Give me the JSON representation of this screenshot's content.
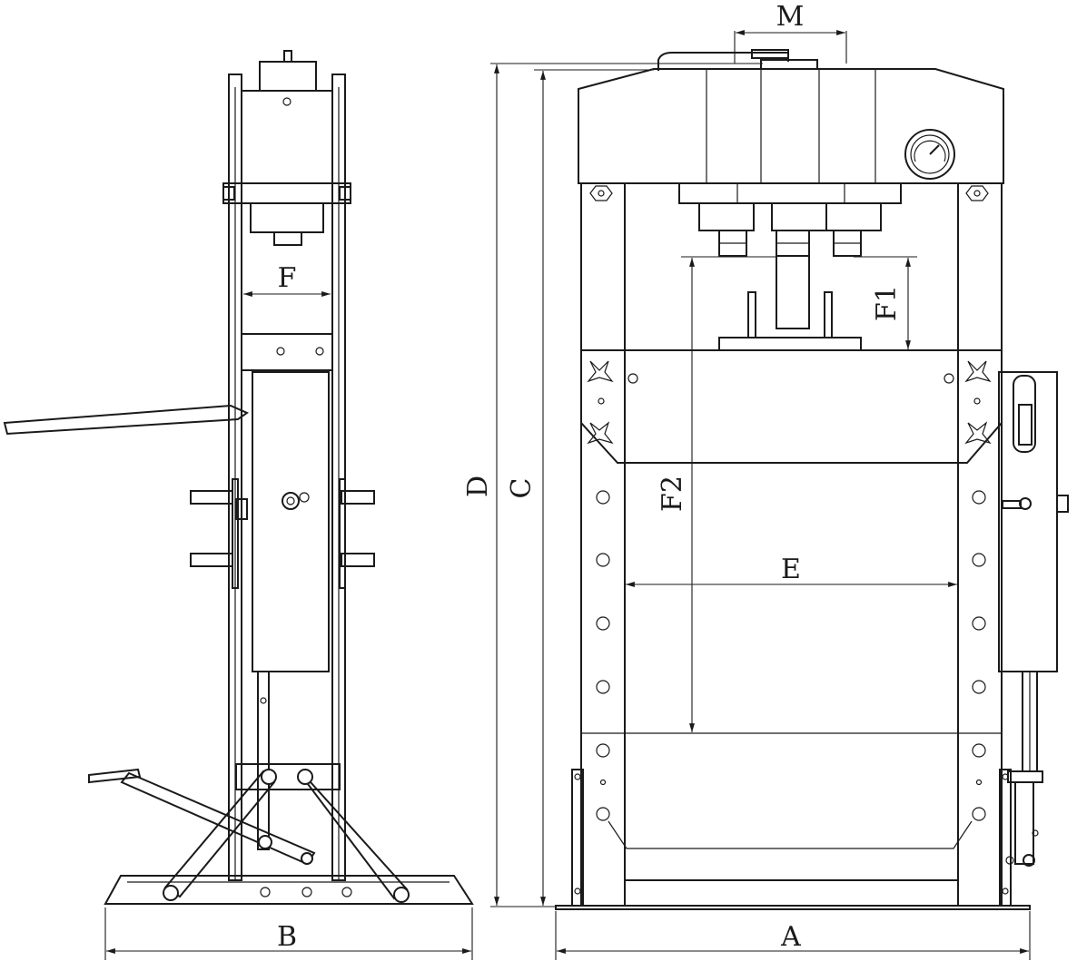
{
  "labels": {
    "M": "M",
    "F": "F",
    "F1": "F1",
    "F2": "F2",
    "E": "E",
    "D": "D",
    "C": "C",
    "B": "B",
    "A": "A"
  }
}
